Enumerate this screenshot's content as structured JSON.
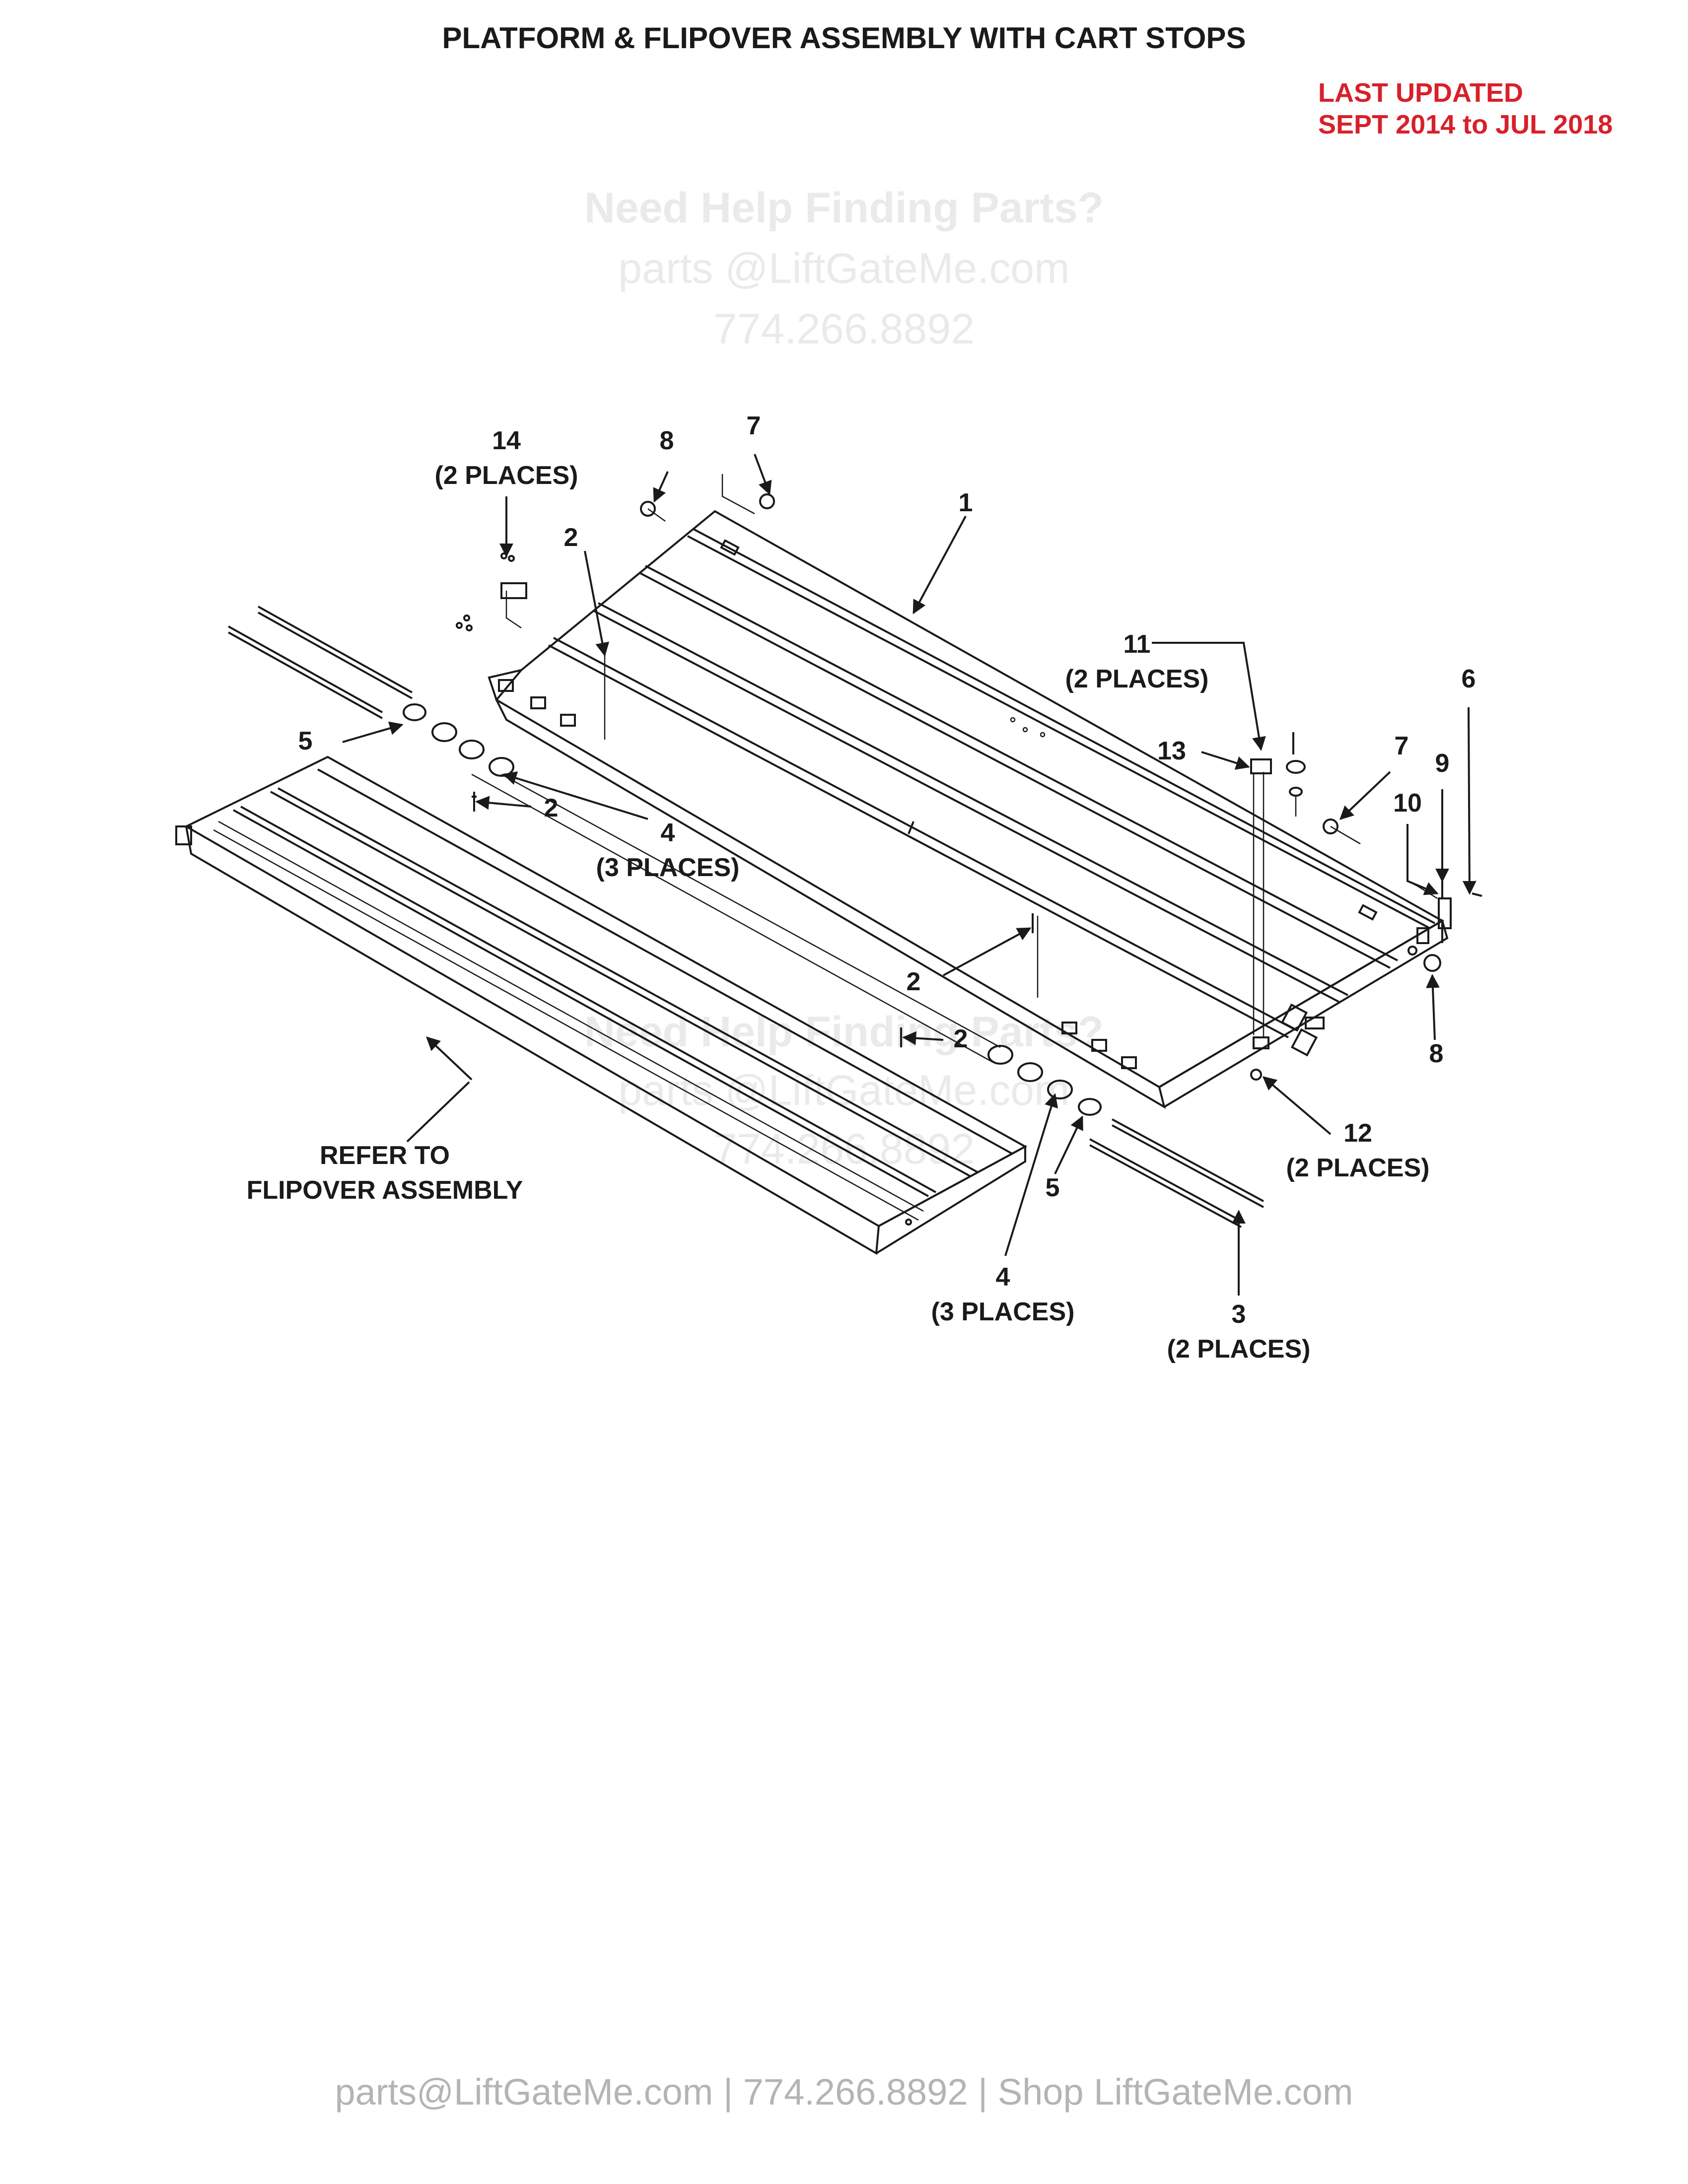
{
  "title": "PLATFORM & FLIPOVER ASSEMBLY WITH CART STOPS",
  "last_updated": {
    "line1": "LAST UPDATED",
    "line2": "SEPT 2014 to JUL 2018"
  },
  "watermark": {
    "heading": "Need Help Finding Parts?",
    "email": "parts @LiftGateMe.com",
    "phone": "774.266.8892"
  },
  "footer": "parts@LiftGateMe.com | 774.266.8892 | Shop LiftGateMe.com",
  "callouts": {
    "c1": "1",
    "c2a": "2",
    "c2b": "2",
    "c2c": "2",
    "c2d": "2",
    "c3": "3",
    "c3_places": "(2 PLACES)",
    "c4a": "4",
    "c4a_places": "(3 PLACES)",
    "c4b": "4",
    "c4b_places": "(3 PLACES)",
    "c5a": "5",
    "c5b": "5",
    "c6": "6",
    "c7a": "7",
    "c7b": "7",
    "c8a": "8",
    "c8b": "8",
    "c9": "9",
    "c10": "10",
    "c11": "11",
    "c11_places": "(2 PLACES)",
    "c12": "12",
    "c12_places": "(2 PLACES)",
    "c13": "13",
    "c14": "14",
    "c14_places": "(2 PLACES)",
    "refer_line1": "REFER TO",
    "refer_line2": "FLIPOVER ASSEMBLY"
  },
  "colors": {
    "title": "#1a1a1a",
    "last_updated": "#d8202a",
    "footer": "#b4b4b4",
    "watermark": "#eaeaea"
  }
}
